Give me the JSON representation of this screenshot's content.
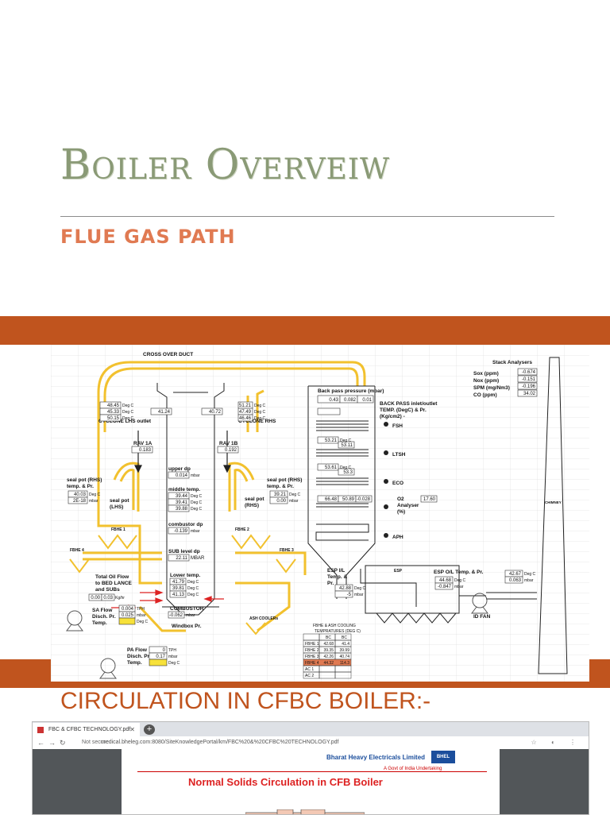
{
  "slide": {
    "title": "Boiler Overveiw",
    "subtitle": "FLUE GAS PATH",
    "section2_title": "CIRCULATION IN CFBC BOILER:-"
  },
  "diagram": {
    "labels": {
      "cross_over_duct": "CROSS OVER DUCT",
      "stack_analysers": "Stack Analysers",
      "cyclone_lhs": "CYCLONE LHS outlet",
      "cyclone_rhs": "CYCLONE RHS",
      "back_pass_pressure": "Back pass pressure (mbar)",
      "back_pass_temp": "BACK PASS inlet/outlet",
      "back_pass_temp2": "TEMP. (DegC) & Pr.",
      "back_pass_temp3": "(Kg/cm2) -",
      "rav1a": "RAV 1A",
      "rav1b": "RAV 1B",
      "upper_dp": "upper dp",
      "middle_temp": "middle temp.",
      "combustor_dp": "combustor dp",
      "sub_level_dp": "SUB level dp",
      "lower_temp": "Lower temp.",
      "combustor": "COMBUSTOR",
      "windbox": "Windbox Pr.",
      "seal_pot_lhs": "seal pot (RHS)",
      "seal_pot_lhs2": "temp. & Pr.",
      "seal_pot_rhs": "seal pot (RHS)",
      "seal_pot_rhs2": "temp. & Pr.",
      "seal_pot_l": "seal pot",
      "seal_pot_l2": "(LHS)",
      "seal_pot_r": "seal pot",
      "seal_pot_r2": "(RHS)",
      "fbhe1": "FBHE 1",
      "fbhe2": "FBHE 2",
      "fbhe3": "FBHE 3",
      "fbhe4": "FBHE 4",
      "total_oil": "Total Oil Flow",
      "total_oil2": "to BED LANCE",
      "total_oil3": "and SUBs",
      "sa_flow": "SA Flow",
      "sa_disch": "Disch. Pr.",
      "sa_temp": "Temp.",
      "pa_flow": "PA Flow",
      "pa_disch": "Disch. Pr.",
      "pa_temp": "Temp.",
      "ash_coolers": "ASH COOLERs",
      "fsh": "FSH",
      "ltsh": "LTSH",
      "eco": "ECO",
      "aph": "APH",
      "o2": "O2",
      "o2b": "Analyser",
      "o2c": "(%)",
      "esp_il": "ESP I/L",
      "esp_il2": "Temp. &",
      "esp_il3": "Pr.",
      "esp": "ESP",
      "esp_ol": "ESP O/L Temp. & Pr.",
      "id_fan": "ID FAN",
      "chimney": "CHIMNEY",
      "deg_c": "Deg C",
      "mbar": "mbar",
      "tph": "TPH",
      "kgh": "Kg/hr",
      "sox": "Sox (ppm)",
      "nox": "Nox (ppm)",
      "spm": "SPM (mg/Nm3)",
      "co": "CO (ppm)"
    },
    "values": {
      "cyc_l1": "48.45",
      "cyc_l2": "45.33",
      "cyc_l3": "50.15",
      "cyc_mid_l": "41.24",
      "cyc_r1": "51.21",
      "cyc_r2": "47.49",
      "cyc_r3": "46.46",
      "cyc_mid_r": "40.72",
      "bp1": "0.43",
      "bp2": "0.082",
      "bp3": "0.01",
      "rav1a": "0.183",
      "rav1b": "0.192",
      "upper_dp": "0.014",
      "mid1": "39.44",
      "mid2": "39.41",
      "mid3": "39.88",
      "comb_dp": "-0.139",
      "sub_dp": "22.11",
      "sub_unit": "MBAR",
      "low1": "41.79",
      "low2": "39.81",
      "low3": "41.13",
      "windbox": "-0.062",
      "sp_l1": "40.03",
      "sp_l2": "2E-18",
      "sp_r1": "39.21",
      "sp_r2": "0.00",
      "oil1": "0.00",
      "oil2": "0.03",
      "sa1": "0.004",
      "sa2": "0.025",
      "pa1": "0",
      "pa2": "0.17",
      "fsh_t": "53.21",
      "fsh_2": "53.11",
      "ltsh_t": "53.61",
      "ltsh_2": "53.3",
      "o2_1": "66.48",
      "o2_2": "50.89",
      "o2_3": "-0.028",
      "o2_val": "17.60",
      "esp_i1": "42.88",
      "esp_i2": "-5",
      "esp_o1": "44.68",
      "esp_o2": "-0.847",
      "chim1": "42.67",
      "chim2": "0.063",
      "sox": "-0.674",
      "nox": "-0.151",
      "spm": "-0.196",
      "co": "34.02"
    },
    "fbhe_table": {
      "title": "FBHE & ASH COOLING",
      "title2": "TEMPRATURES (DEG C)",
      "headers": [
        "",
        "BC",
        "BC"
      ],
      "rows": [
        [
          "FBHE 1",
          "42.68",
          "41.4"
        ],
        [
          "FBHE 2",
          "39.35",
          "39.99"
        ],
        [
          "FBHE 3",
          "42.26",
          "40.74"
        ],
        [
          "FBHE 4",
          "44.32",
          "114.3"
        ],
        [
          "AC 1",
          "",
          ""
        ],
        [
          "AC 2",
          "",
          ""
        ]
      ]
    }
  },
  "browser": {
    "tab_title": "FBC & CFBC TECHNOLOGY.pdf",
    "not_secure": "Not secure",
    "url": "medical.bheleg.com:8080/SiteKnowledgePortal/km/FBC%20&%20CFBC%20TECHNOLOGY.pdf",
    "company": "Bharat Heavy Electricals Limited",
    "govt": "A Govt of India Undertaking",
    "logo": "BHEL",
    "pdf_title": "Normal Solids Circulation in CFB Boiler"
  },
  "colors": {
    "title": "#8a9a76",
    "subtitle": "#e07a52",
    "band": "#c0541e",
    "duct": "#f2c12e"
  }
}
